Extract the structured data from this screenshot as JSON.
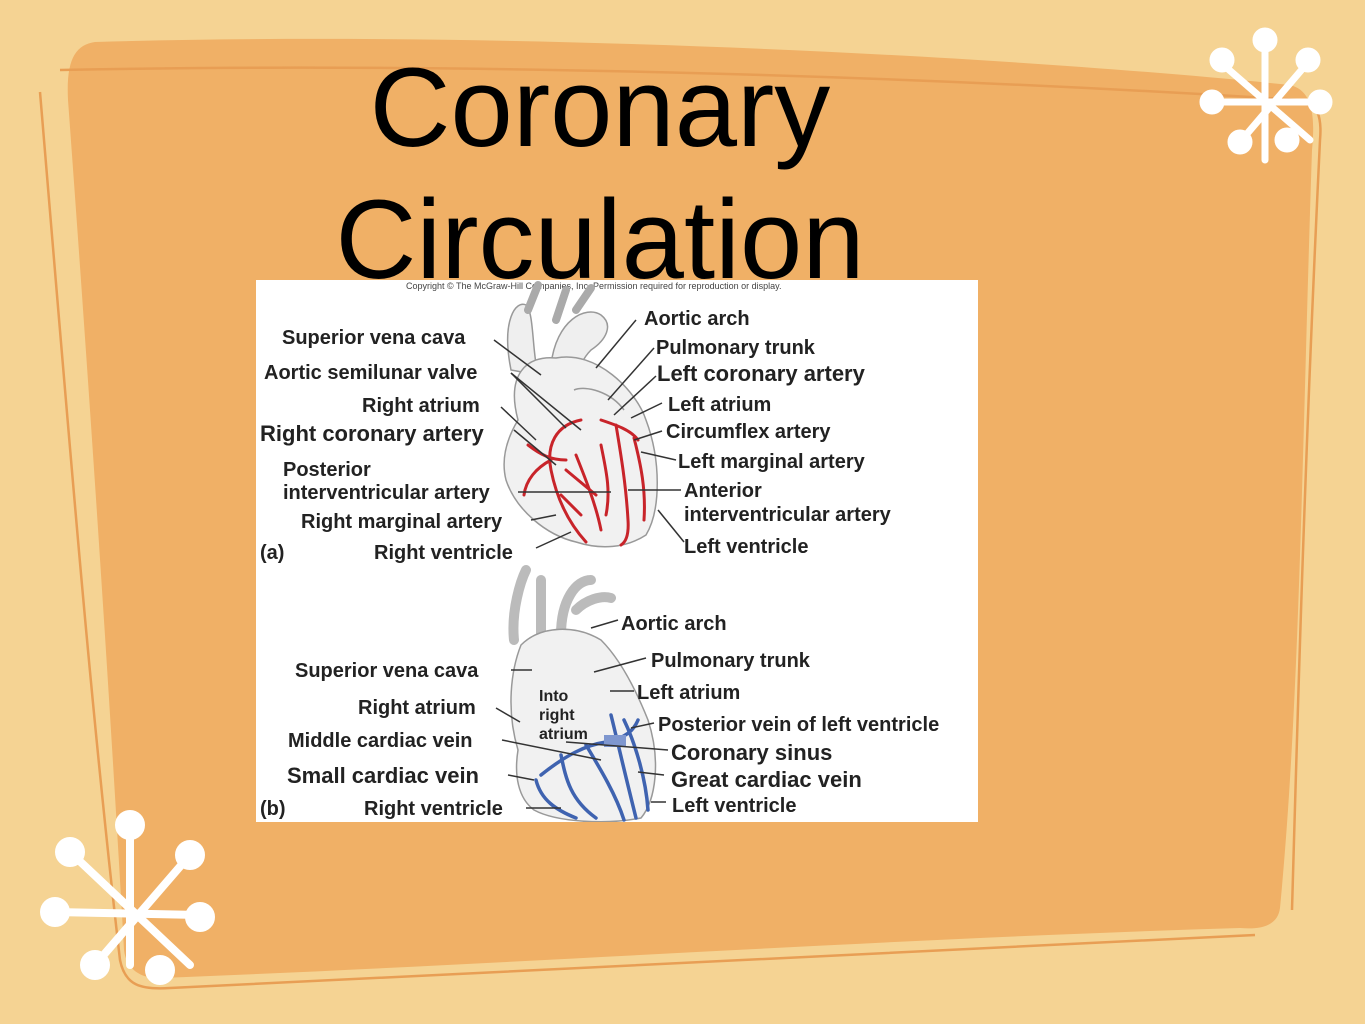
{
  "slide": {
    "title_line1": "Coronary",
    "title_line2": "Circulation",
    "colors": {
      "background": "#f5d393",
      "panel": "#f0b066",
      "panel_outline": "#e89e54",
      "starburst": "#ffffff",
      "artery": "#c8242a",
      "vein": "#3f63b0"
    },
    "decorations": [
      "starburst-icon",
      "starburst-icon"
    ]
  },
  "figure": {
    "copyright": "Copyright © The McGraw-Hill Companies, Inc. Permission required for reproduction or display.",
    "panel_a": {
      "tag": "(a)",
      "left_labels": [
        "Superior vena cava",
        "Aortic semilunar valve",
        "Right atrium",
        "Right coronary artery",
        "Posterior",
        "interventricular artery",
        "Right marginal artery",
        "Right ventricle"
      ],
      "right_labels": [
        "Aortic arch",
        "Pulmonary trunk",
        "Left coronary artery",
        "Left atrium",
        "Circumflex artery",
        "Left marginal artery",
        "Anterior",
        "interventricular artery",
        "Left ventricle"
      ]
    },
    "panel_b": {
      "tag": "(b)",
      "left_labels": [
        "Superior vena cava",
        "Right atrium",
        "Middle cardiac vein",
        "Small cardiac vein",
        "Right ventricle"
      ],
      "right_labels": [
        "Aortic arch",
        "Pulmonary trunk",
        "Left atrium",
        "Posterior vein of left ventricle",
        "Coronary sinus",
        "Great cardiac vein",
        "Left ventricle"
      ],
      "inner_label": [
        "Into",
        "right",
        "atrium"
      ]
    }
  }
}
